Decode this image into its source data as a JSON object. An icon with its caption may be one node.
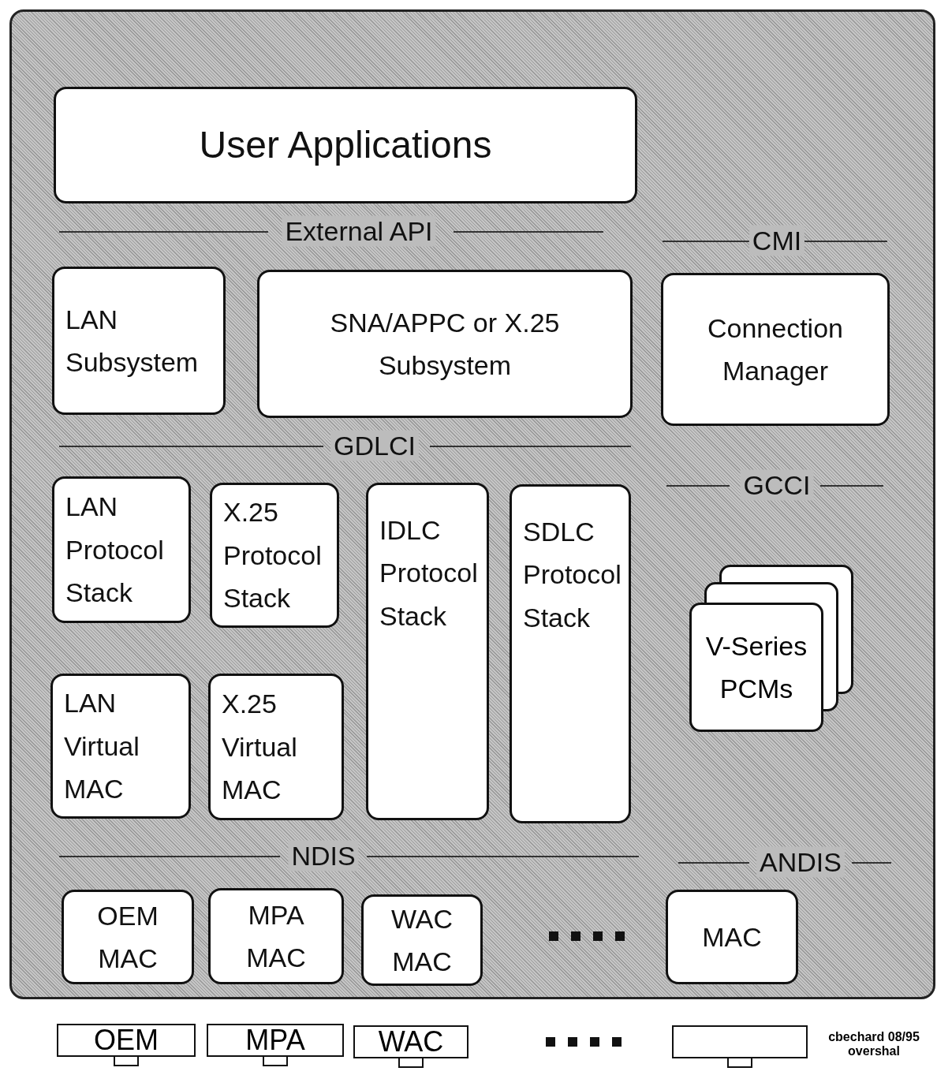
{
  "diagram": {
    "nodes": [
      {
        "text": [],
        "shape": "box"
      },
      {
        "text": [
          "User Applications"
        ],
        "in": 0
      },
      {
        "text": [
          "LAN Subsystem"
        ],
        "in": 0
      },
      {
        "text": [
          "SNA/APPC or X.25 Subsystem"
        ],
        "in": 0
      },
      {
        "text": [
          "Connection Manager"
        ],
        "in": 0
      },
      {
        "text": [
          "LAN Protocol Stack"
        ],
        "in": 0
      },
      {
        "text": [
          "X.25 Protocol Stack"
        ],
        "in": 0
      },
      {
        "text": [
          "IDLC Protocol Stack"
        ],
        "in": 0
      },
      {
        "text": [
          "SDLC Protocol Stack"
        ],
        "in": 0
      },
      {
        "text": [
          "V-Series PCMs"
        ],
        "in": 0
      },
      {
        "text": [
          "LAN Virtual MAC"
        ],
        "in": 0
      },
      {
        "text": [
          "X.25 Virtual MAC"
        ],
        "in": 0
      },
      {
        "text": [
          "OEM MAC"
        ],
        "in": 0
      },
      {
        "text": [
          "MPA MAC"
        ],
        "in": 0
      },
      {
        "text": [
          "WAC MAC"
        ],
        "in": 0
      },
      {
        "text": [
          "MAC"
        ],
        "in": 0
      },
      {
        "text": [
          "OEM"
        ]
      },
      {
        "text": [
          "MPA"
        ]
      },
      {
        "text": [
          "WAC"
        ]
      },
      {
        "text": [],
        "shape": "box"
      }
    ],
    "labels": [
      "External API",
      "CMI",
      "GDLCI",
      "GCCI",
      "NDIS",
      "ANDIS",
      "cbechard 08/95",
      "overshal"
    ]
  }
}
